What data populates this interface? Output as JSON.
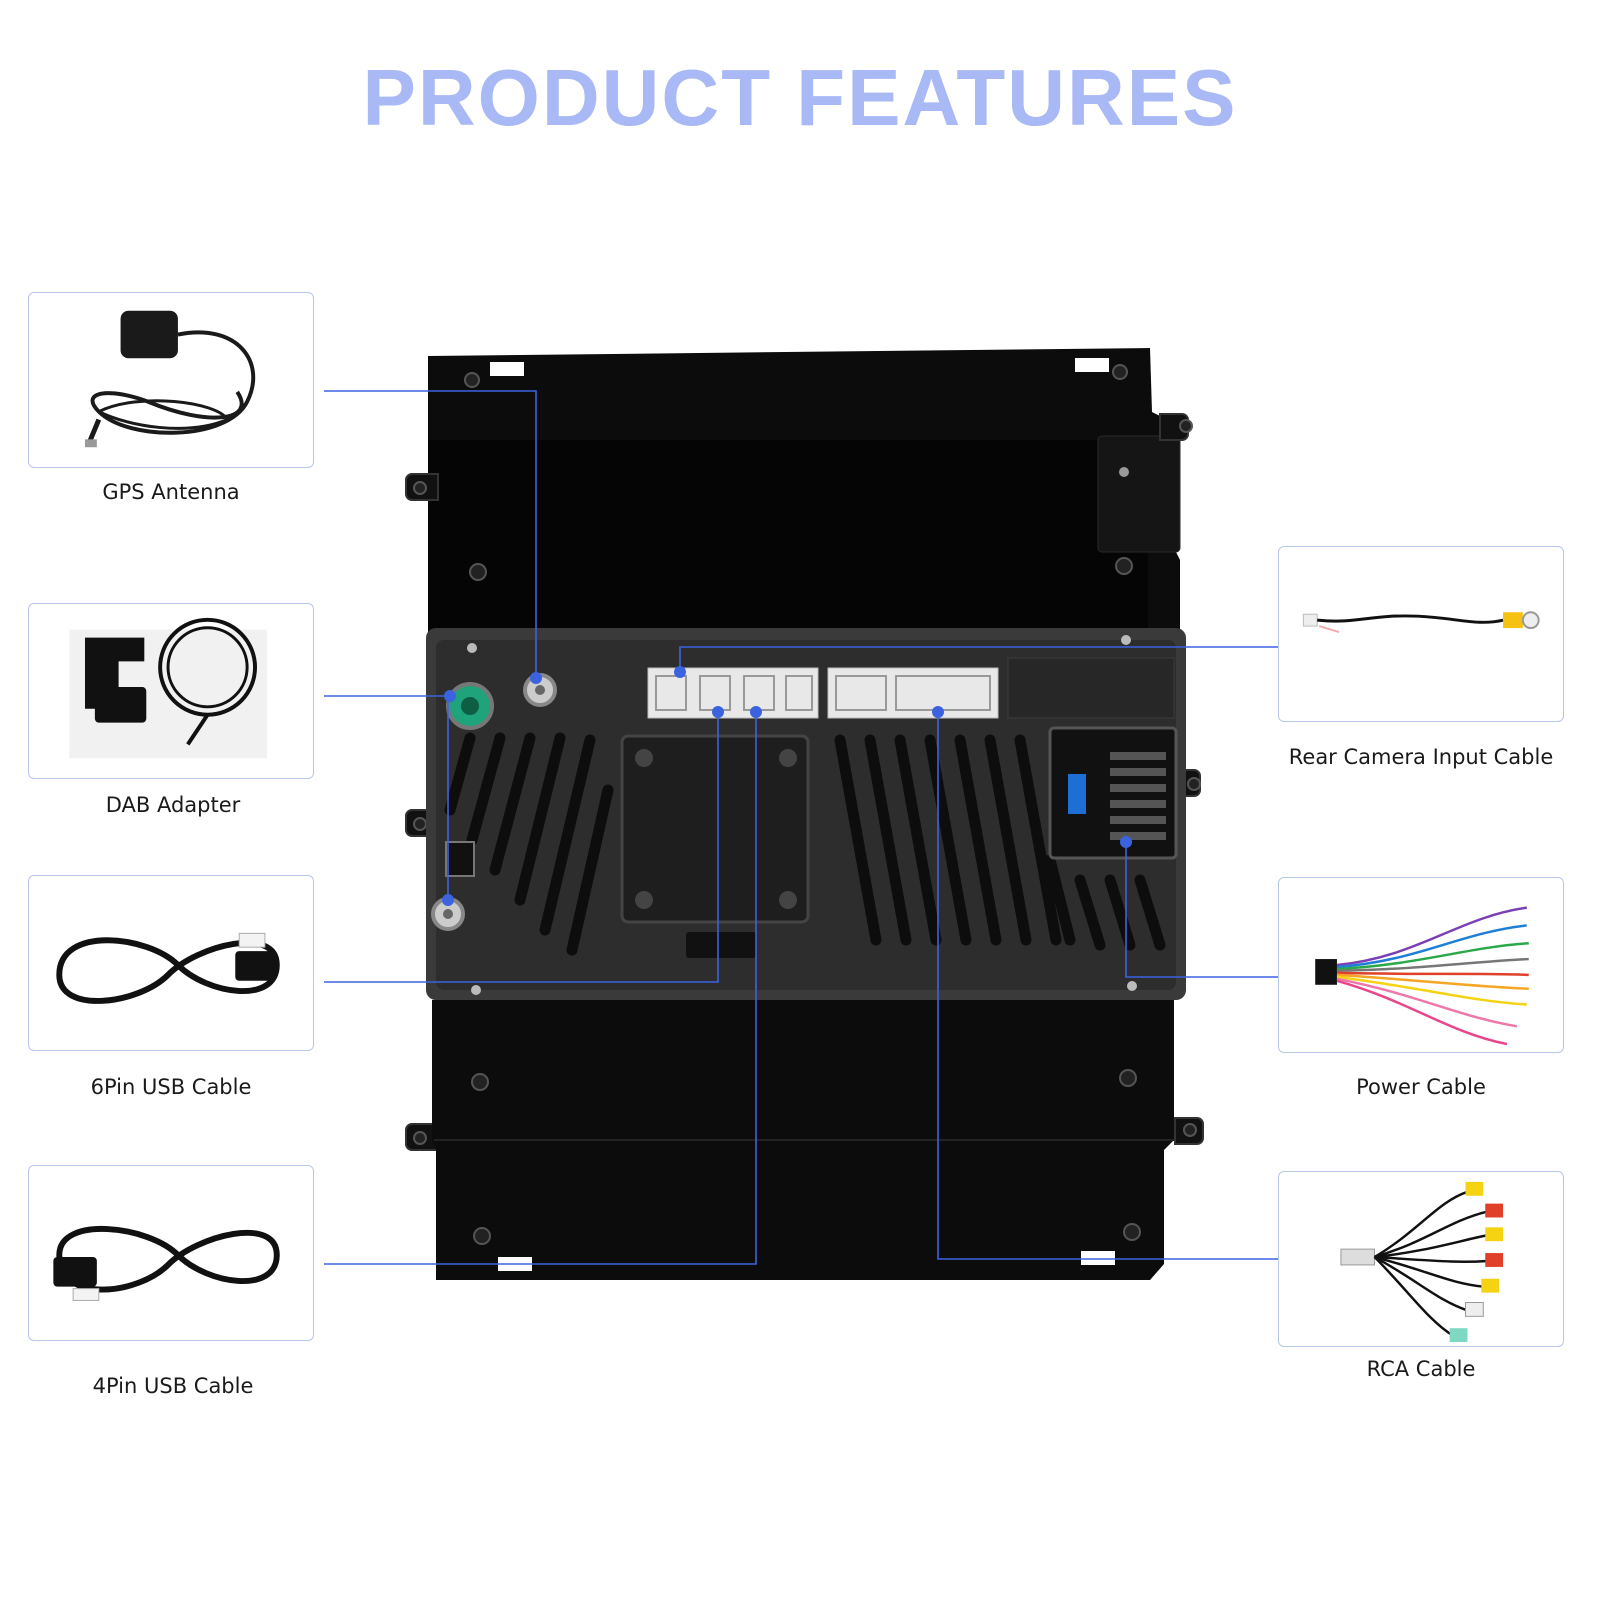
{
  "page": {
    "title": "PRODUCT FEATURES"
  },
  "colors": {
    "title": "#a8b9f5",
    "line": "#3b63e0",
    "card_border": "#b8c6ea"
  },
  "components": [
    {
      "id": "gps",
      "label": "GPS Antenna",
      "icon": "gps-antenna-image"
    },
    {
      "id": "dab",
      "label": "DAB Adapter",
      "icon": "dab-adapter-image"
    },
    {
      "id": "usb6",
      "label": "6Pin USB Cable",
      "icon": "usb-cable-image"
    },
    {
      "id": "usb4",
      "label": "4Pin USB Cable",
      "icon": "usb-cable-image"
    },
    {
      "id": "camera",
      "label": "Rear Camera Input Cable",
      "icon": "camera-cable-image"
    },
    {
      "id": "power",
      "label": "Power Cable",
      "icon": "power-harness-image"
    },
    {
      "id": "rca",
      "label": "RCA Cable",
      "icon": "rca-harness-image"
    }
  ]
}
